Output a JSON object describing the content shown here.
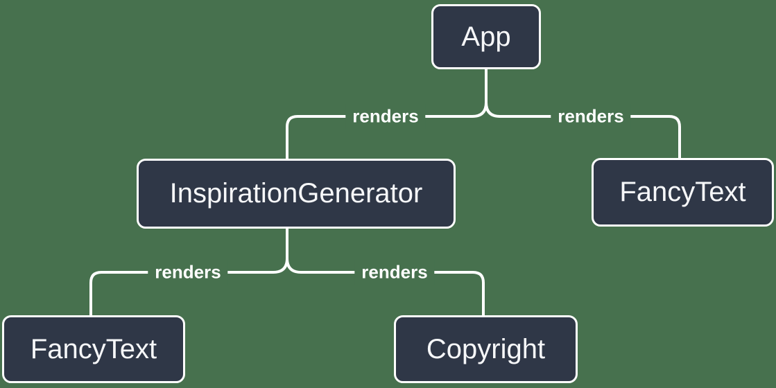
{
  "colors": {
    "background": "#47714E",
    "node_fill": "#2F3747",
    "node_border": "#FFFFFF",
    "line": "#FFFFFF",
    "node_text": "#F6F7F9",
    "label_text": "#FFFFFF"
  },
  "diagram": {
    "type": "component-render-tree",
    "nodes": [
      {
        "id": "app",
        "label": "App"
      },
      {
        "id": "inspiration-generator",
        "label": "InspirationGenerator"
      },
      {
        "id": "fancy-text-top",
        "label": "FancyText"
      },
      {
        "id": "fancy-text-bottom",
        "label": "FancyText"
      },
      {
        "id": "copyright",
        "label": "Copyright"
      }
    ],
    "edges": [
      {
        "from": "app",
        "to": "inspiration-generator",
        "label": "renders"
      },
      {
        "from": "app",
        "to": "fancy-text-top",
        "label": "renders"
      },
      {
        "from": "inspiration-generator",
        "to": "fancy-text-bottom",
        "label": "renders"
      },
      {
        "from": "inspiration-generator",
        "to": "copyright",
        "label": "renders"
      }
    ]
  }
}
